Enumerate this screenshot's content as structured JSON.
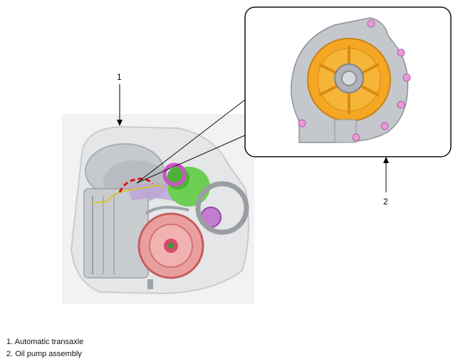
{
  "callouts": [
    {
      "number": "1"
    },
    {
      "number": "2"
    }
  ],
  "legend": [
    "1. Automatic transaxle",
    "2. Oil pump assembly"
  ]
}
